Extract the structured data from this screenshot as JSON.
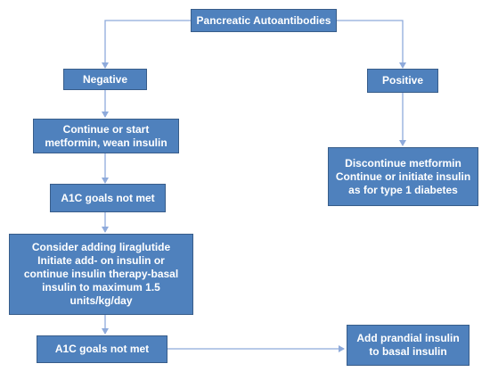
{
  "nodes": {
    "root": "Pancreatic Autoantibodies",
    "negative": "Negative",
    "positive": "Positive",
    "metformin": "Continue or start\nmetformin, wean insulin",
    "a1c_1": "A1C goals not met",
    "discontinue": "Discontinue metformin\nContinue or initiate insulin\nas for type 1 diabetes",
    "liraglutide": "Consider adding liraglutide\nInitiate add- on insulin or\ncontinue insulin therapy-basal\ninsulin to maximum 1.5\nunits/kg/day",
    "a1c_2": "A1C goals not met",
    "prandial": "Add prandial insulin\nto basal insulin"
  },
  "colors": {
    "box_fill": "#4f81bd",
    "box_border": "#385d8a",
    "connector": "#8eaadb",
    "text": "#ffffff"
  }
}
